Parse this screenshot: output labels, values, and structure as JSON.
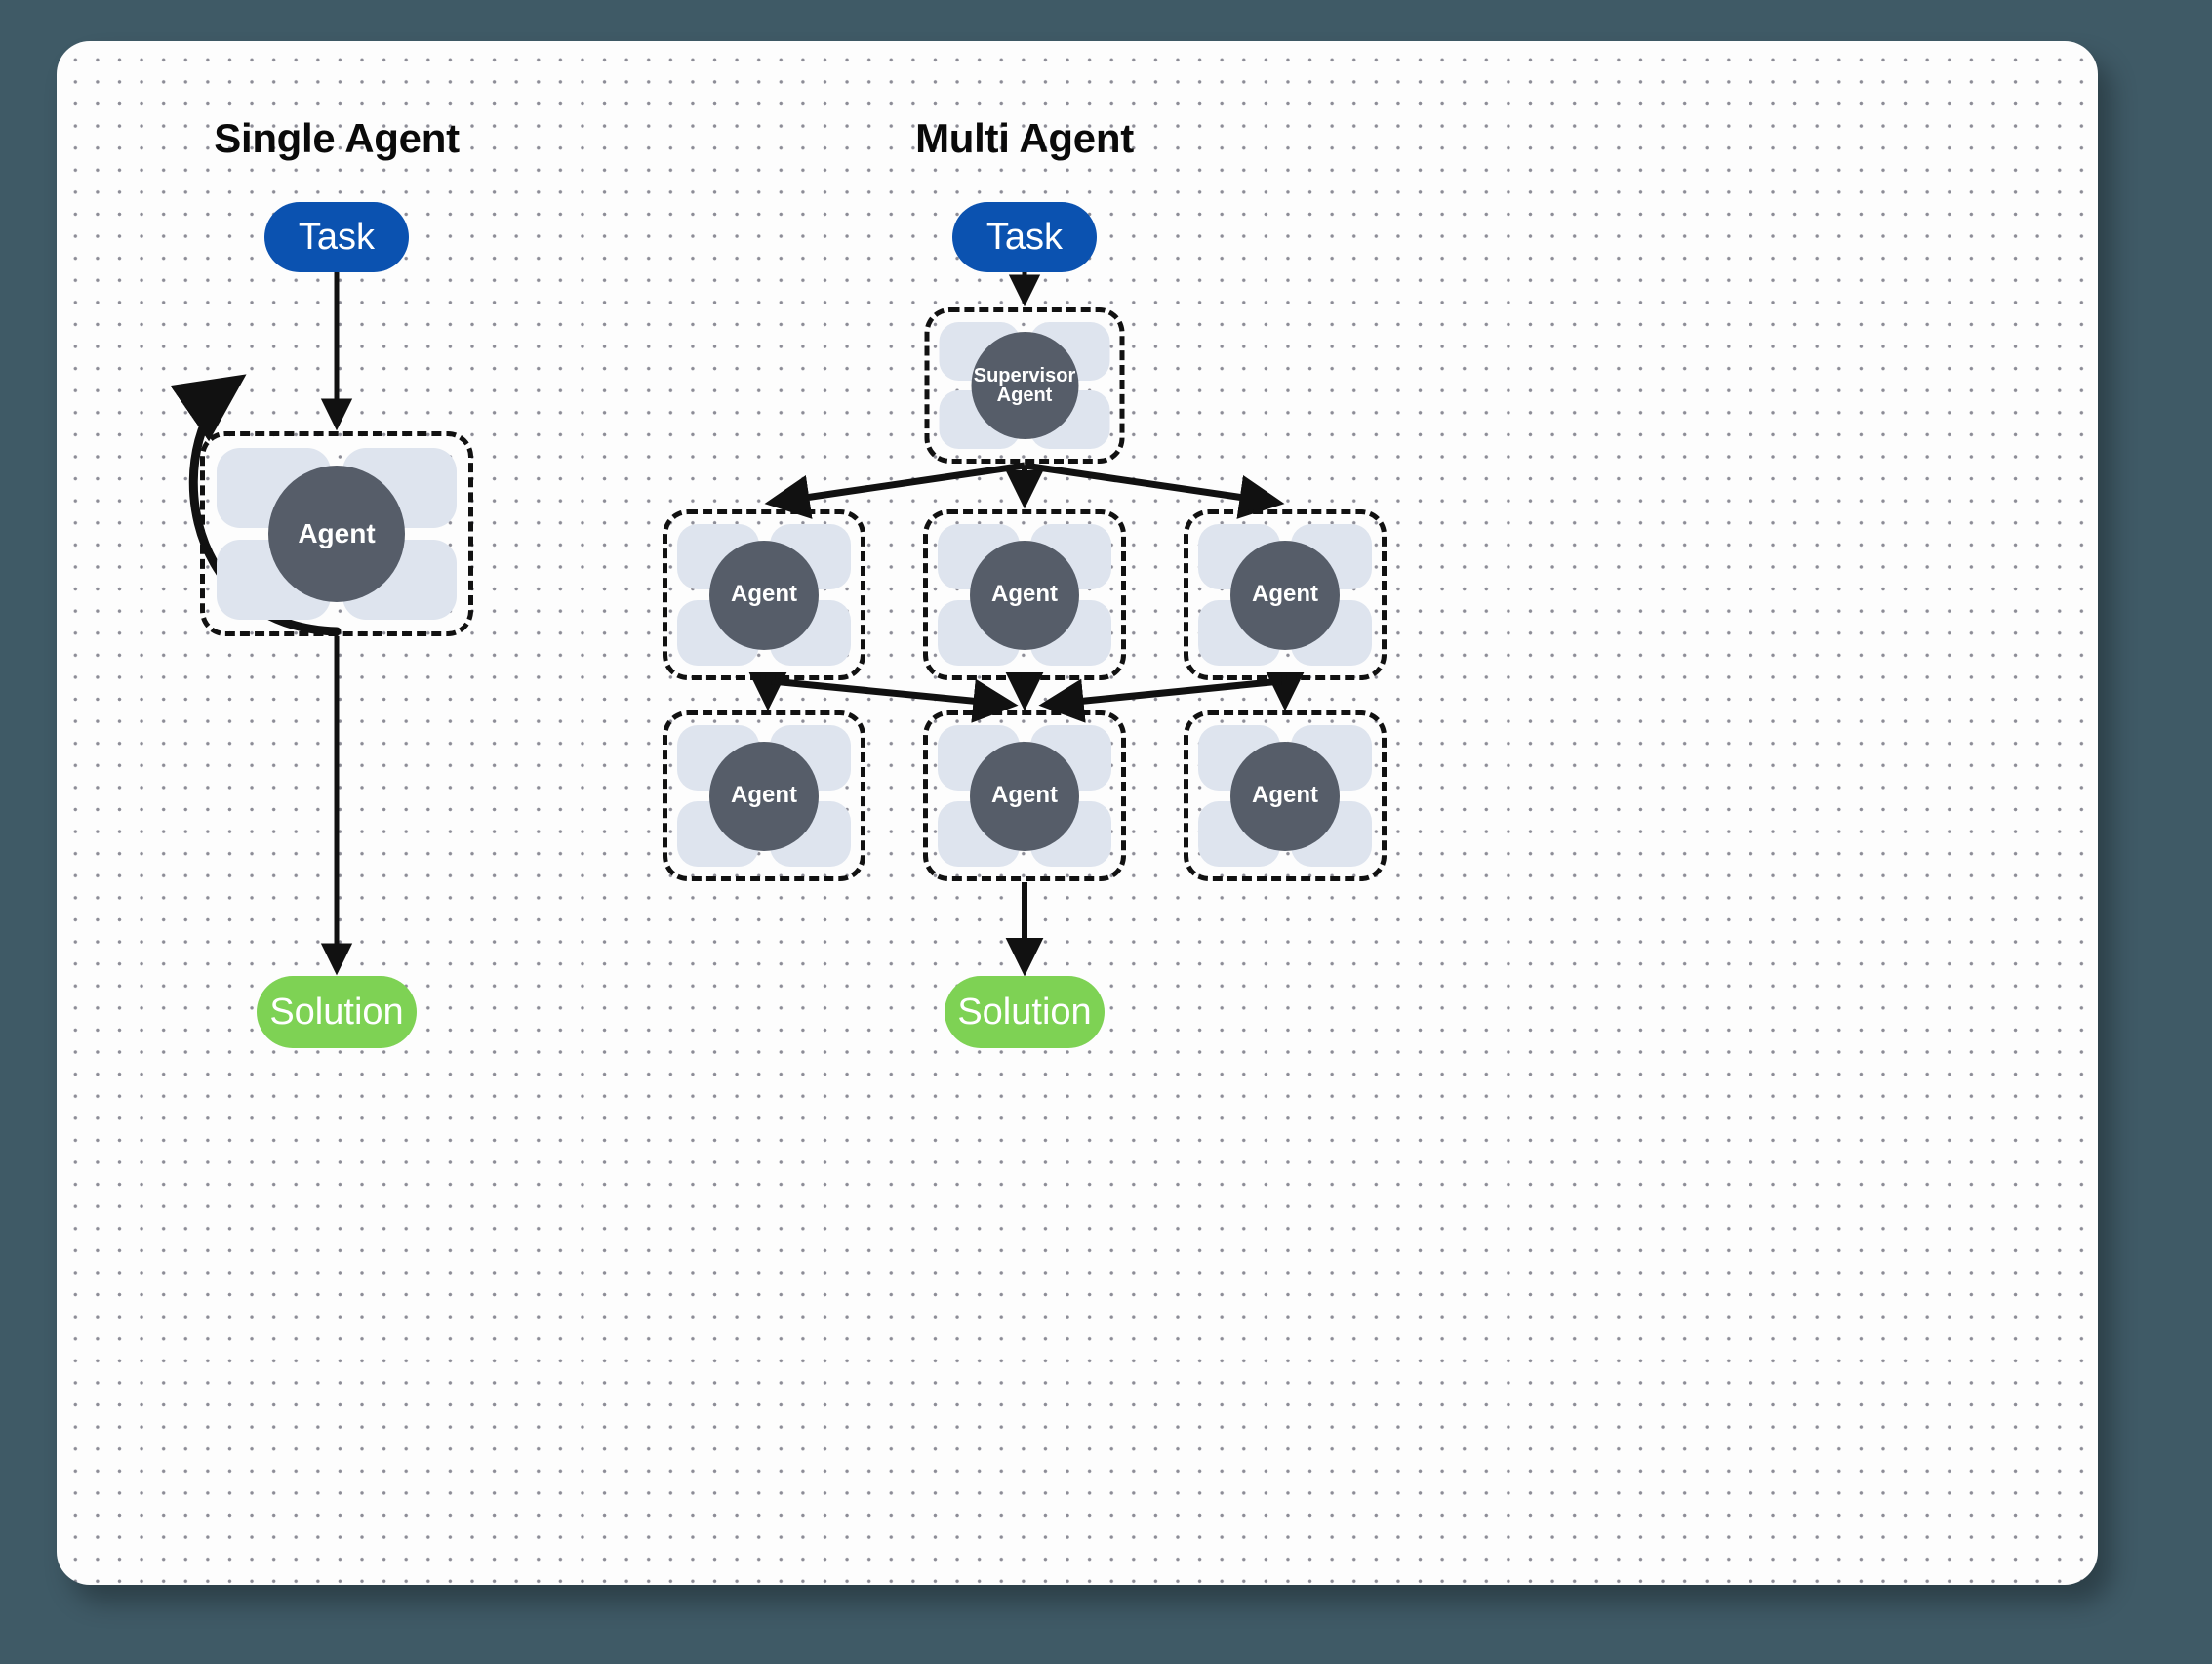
{
  "canvas": {
    "background_color": "#3f5a66",
    "card_color": "#fdfdfd",
    "dot_grid": true
  },
  "colors": {
    "task": "#0b52b0",
    "solution": "#7ed254",
    "agent_core": "#565d69",
    "agent_tile": "#dee4ee",
    "edge": "#111111"
  },
  "panels": {
    "single": {
      "title": "Single Agent",
      "task_label": "Task",
      "agent_label": "Agent",
      "solution_label": "Solution"
    },
    "multi": {
      "title": "Multi Agent",
      "task_label": "Task",
      "supervisor_label_line1": "Supervisor",
      "supervisor_label_line2": "Agent",
      "solution_label": "Solution",
      "agents": [
        {
          "id": "r1c1",
          "label": "Agent"
        },
        {
          "id": "r1c2",
          "label": "Agent"
        },
        {
          "id": "r1c3",
          "label": "Agent"
        },
        {
          "id": "r2c1",
          "label": "Agent"
        },
        {
          "id": "r2c2",
          "label": "Agent"
        },
        {
          "id": "r2c3",
          "label": "Agent"
        }
      ]
    }
  },
  "edges": {
    "single": [
      {
        "from": "task",
        "to": "agent",
        "style": "straight-arrow"
      },
      {
        "from": "agent",
        "to": "agent",
        "style": "curved-loop-arrow"
      },
      {
        "from": "agent",
        "to": "solution",
        "style": "straight-arrow"
      }
    ],
    "multi": [
      {
        "from": "task",
        "to": "supervisor",
        "style": "straight-arrow"
      },
      {
        "from": "supervisor",
        "to": "r1c1",
        "style": "diagonal-arrow"
      },
      {
        "from": "supervisor",
        "to": "r1c2",
        "style": "straight-arrow"
      },
      {
        "from": "supervisor",
        "to": "r1c3",
        "style": "diagonal-arrow"
      },
      {
        "from": "r1c1",
        "to": "r2c1",
        "style": "straight-arrow"
      },
      {
        "from": "r1c1",
        "to": "r2c2",
        "style": "diagonal-arrow"
      },
      {
        "from": "r1c2",
        "to": "r2c2",
        "style": "straight-arrow"
      },
      {
        "from": "r1c3",
        "to": "r2c3",
        "style": "straight-arrow"
      },
      {
        "from": "r1c3",
        "to": "r2c2",
        "style": "diagonal-arrow"
      },
      {
        "from": "r2c2",
        "to": "solution",
        "style": "straight-arrow"
      }
    ]
  }
}
